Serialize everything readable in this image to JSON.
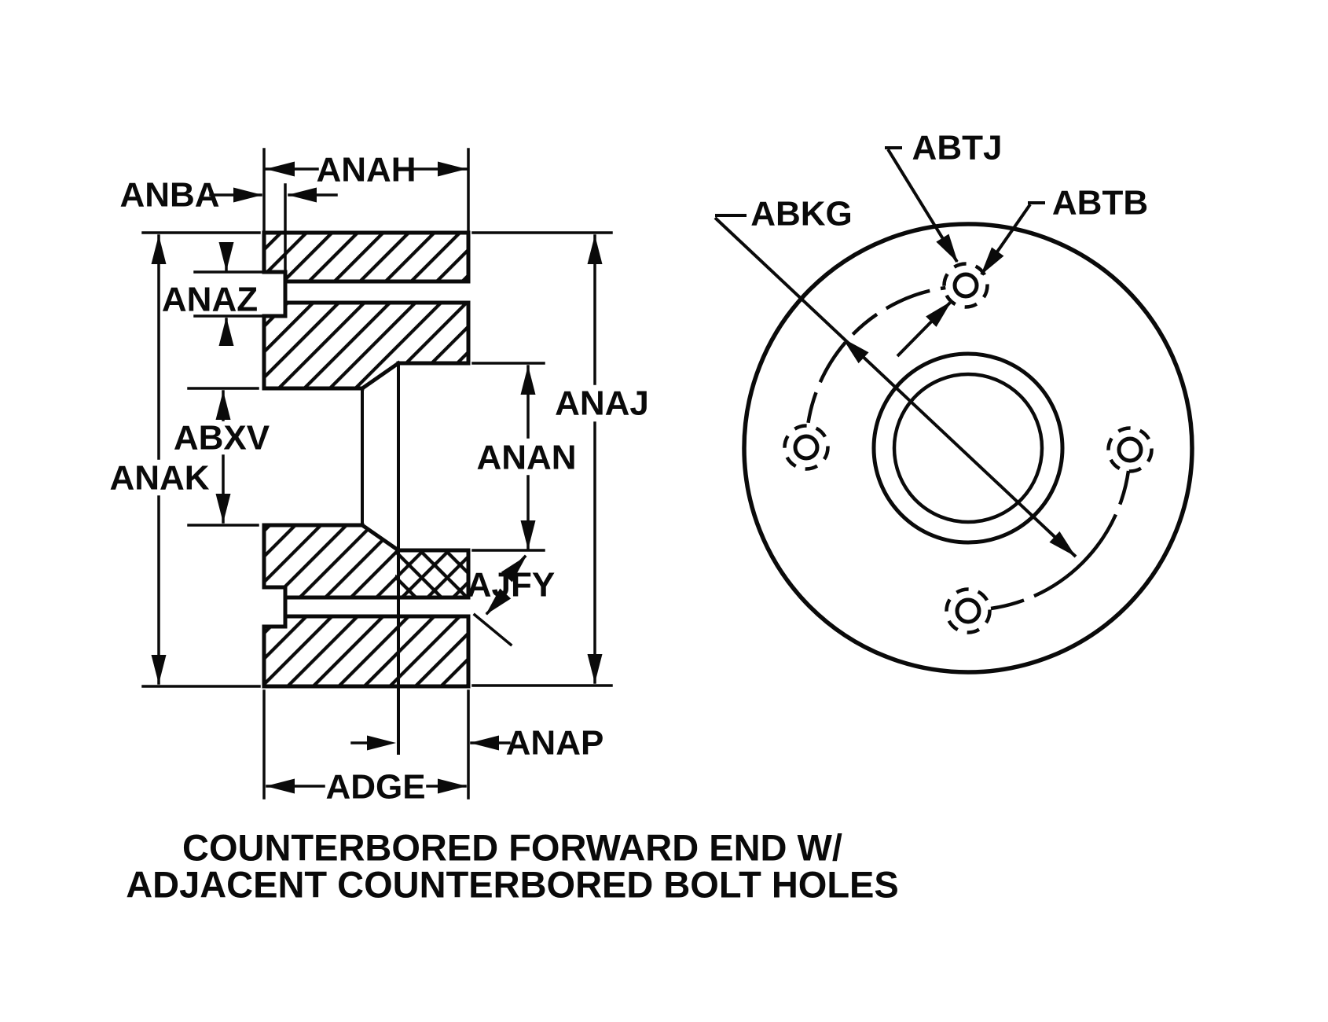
{
  "figure": {
    "title_line1": "COUNTERBORED FORWARD END W/",
    "title_line2": "ADJACENT COUNTERBORED BOLT HOLES",
    "section_labels": {
      "anah": "ANAH",
      "anba": "ANBA",
      "anaz": "ANAZ",
      "anak": "ANAK",
      "abxv": "ABXV",
      "anan": "ANAN",
      "anaj": "ANAJ",
      "ajfy": "AJFY",
      "anap": "ANAP",
      "adge": "ADGE"
    },
    "front_labels": {
      "abtj": "ABTJ",
      "abtb": "ABTB",
      "abkg": "ABKG"
    },
    "colors": {
      "ink": "#0a0a0a",
      "background": "#ffffff"
    }
  }
}
